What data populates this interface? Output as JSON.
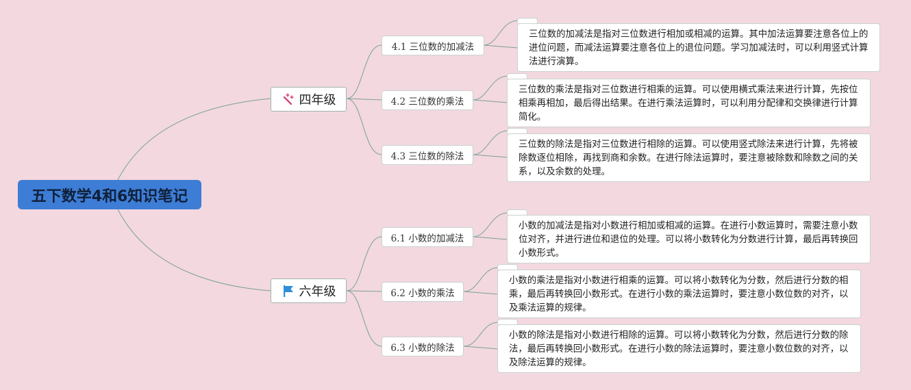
{
  "root": {
    "title": "五下数学4和6知识笔记"
  },
  "branches": [
    {
      "label": "四年级",
      "icon": "magic-wand-icon",
      "topics": [
        {
          "label": "4.1 三位数的加减法",
          "note": "三位数的加减法是指对三位数进行相加或相减的运算。其中加法运算要注意各位上的进位问题，而减法运算要注意各位上的退位问题。学习加减法时，可以利用竖式计算法进行演算。"
        },
        {
          "label": "4.2 三位数的乘法",
          "note": "三位数的乘法是指对三位数进行相乘的运算。可以使用横式乘法来进行计算，先按位相乘再相加，最后得出结果。在进行乘法运算时，可以利用分配律和交换律进行计算简化。"
        },
        {
          "label": "4.3 三位数的除法",
          "note": "三位数的除法是指对三位数进行相除的运算。可以使用竖式除法来进行计算，先将被除数逐位相除，再找到商和余数。在进行除法运算时，要注意被除数和除数之间的关系，以及余数的处理。"
        }
      ]
    },
    {
      "label": "六年级",
      "icon": "flag-icon",
      "topics": [
        {
          "label": "6.1 小数的加减法",
          "note": "小数的加减法是指对小数进行相加或相减的运算。在进行小数运算时，需要注意小数位对齐，并进行进位和退位的处理。可以将小数转化为分数进行计算，最后再转换回小数形式。"
        },
        {
          "label": "6.2 小数的乘法",
          "note": "小数的乘法是指对小数进行相乘的运算。可以将小数转化为分数，然后进行分数的相乘，最后再转换回小数形式。在进行小数的乘法运算时，要注意小数位数的对齐，以及乘法运算的规律。"
        },
        {
          "label": "6.3 小数的除法",
          "note": "小数的除法是指对小数进行相除的运算。可以将小数转化为分数，然后进行分数的除法，最后再转换回小数形式。在进行小数的除法运算时，要注意小数位数的对齐，以及除法运算的规律。"
        }
      ]
    }
  ],
  "colors": {
    "background": "#f3d8df",
    "root": "#3d7dd6",
    "connector": "#7aa095",
    "wand": "#d9437a",
    "flag": "#2f8fd8"
  }
}
